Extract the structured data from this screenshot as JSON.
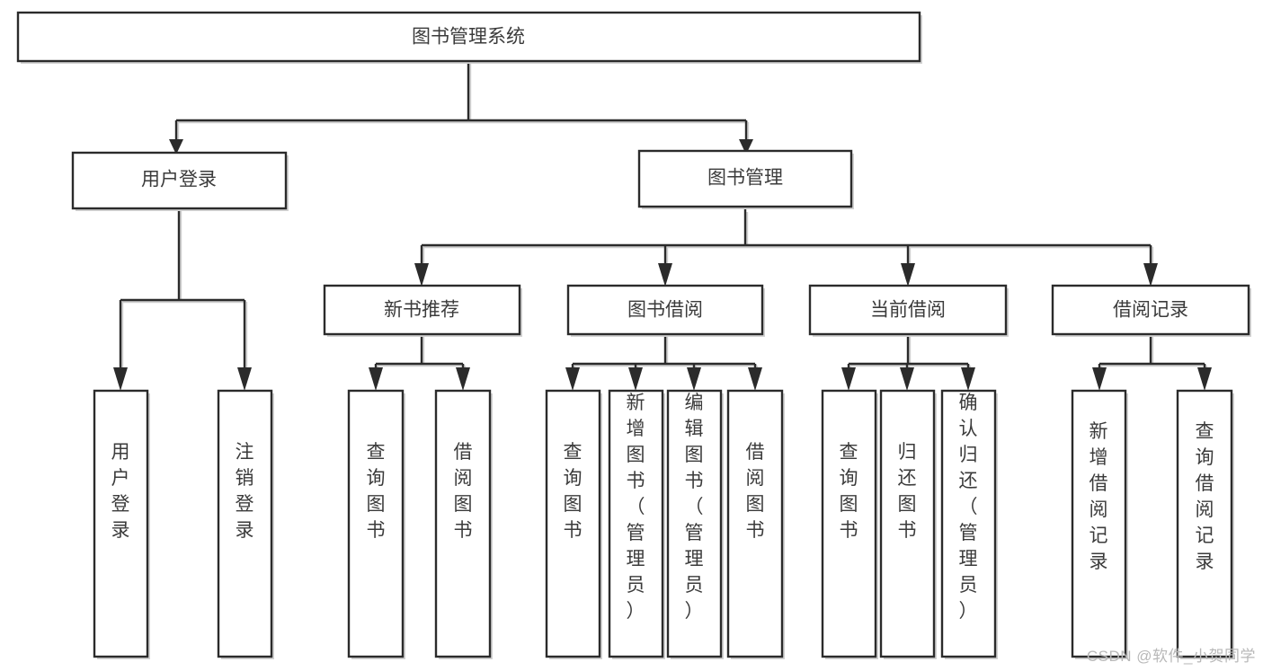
{
  "diagram": {
    "type": "tree-hierarchy-diagram",
    "title": "图书管理系统",
    "background_color": "#ffffff",
    "line_color": "#2b2b2b",
    "text_color": "#3b3b3b",
    "shadow_color": "#d2d2d2",
    "nodes": {
      "root": {
        "label": "图书管理系统"
      },
      "level1": [
        {
          "id": "user-login",
          "label": "用户登录"
        },
        {
          "id": "book-management",
          "label": "图书管理"
        }
      ],
      "level2": [
        {
          "id": "new-book-recommend",
          "label": "新书推荐"
        },
        {
          "id": "book-borrow",
          "label": "图书借阅"
        },
        {
          "id": "current-borrow",
          "label": "当前借阅"
        },
        {
          "id": "borrow-record",
          "label": "借阅记录"
        }
      ],
      "leaves": {
        "user-login": [
          {
            "id": "leaf-user-login",
            "label": "用户登录"
          },
          {
            "id": "leaf-logout-login",
            "label": "注销登录"
          }
        ],
        "new-book-recommend": [
          {
            "id": "leaf-query-book-1",
            "label": "查询图书"
          },
          {
            "id": "leaf-borrow-book-1",
            "label": "借阅图书"
          }
        ],
        "book-borrow": [
          {
            "id": "leaf-query-book-2",
            "label": "查询图书"
          },
          {
            "id": "leaf-add-book",
            "label": "新增图书（管理员）"
          },
          {
            "id": "leaf-edit-book",
            "label": "编辑图书（管理员）"
          },
          {
            "id": "leaf-borrow-book-2",
            "label": "借阅图书"
          }
        ],
        "current-borrow": [
          {
            "id": "leaf-query-book-3",
            "label": "查询图书"
          },
          {
            "id": "leaf-return-book",
            "label": "归还图书"
          },
          {
            "id": "leaf-confirm-return",
            "label": "确认归还（管理员）"
          }
        ],
        "borrow-record": [
          {
            "id": "leaf-add-record",
            "label": "新增借阅记录"
          },
          {
            "id": "leaf-query-record",
            "label": "查询借阅记录"
          }
        ]
      }
    }
  },
  "watermark": {
    "text": "CSDN @软件_小贺同学"
  }
}
